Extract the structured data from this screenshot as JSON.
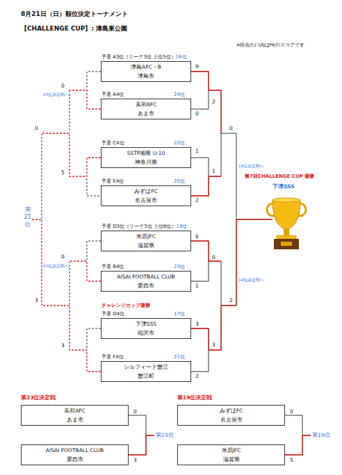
{
  "diagram": {
    "title": "8月21日（日）順位決定トーナメント",
    "nodes": [
      {
        "text": [
          "予選 A3位（リーグ3位 上位5位）",
          "16位",
          "津島AFC・B",
          "津島市"
        ]
      },
      {
        "text": [
          "予選 A4位",
          "24位",
          "美和AFC",
          "あま市"
        ]
      },
      {
        "text": [
          "予選 C4位",
          "22位",
          "SSTP湘南 U-10",
          "神奈川県"
        ]
      },
      {
        "text": [
          "予選 E4位",
          "20位",
          "みずほFC",
          "名古屋市"
        ]
      },
      {
        "text": [
          "予選 D3位（リーグ3位 上位6位）",
          "19位",
          "米原JFC",
          "滋賀県"
        ]
      },
      {
        "text": [
          "予選 B4位",
          "23位",
          "AISAI FOOTBALL CLUB",
          "愛西市"
        ]
      },
      {
        "text": [
          "チャレンジカップ優勝",
          "予選 D4位",
          "17位",
          "下津SSS",
          "稲沢市"
        ]
      },
      {
        "text": [
          "予選 F4位",
          "21位",
          "シルフィード蟹江",
          "蟹江町"
        ]
      },
      {
        "text": [
          "美和AFC",
          "あま市"
        ]
      },
      {
        "text": [
          "みずほFC",
          "名古屋市"
        ]
      },
      {
        "text": [
          "AISAI FOOTBALL CLUB",
          "愛西市"
        ]
      },
      {
        "text": [
          "米原JFC",
          "滋賀県"
        ]
      }
    ],
    "edges": [
      {
        "from": 0,
        "to": 1,
        "arrow": "none"
      },
      {
        "from": 2,
        "to": 3,
        "arrow": "none"
      },
      {
        "from": 4,
        "to": 5,
        "arrow": "none"
      },
      {
        "from": 6,
        "to": 7,
        "arrow": "none"
      },
      {
        "from": 0,
        "to": 1,
        "arrow": "none"
      },
      {
        "from": 2,
        "to": 3,
        "arrow": "none"
      },
      {
        "from": 4,
        "to": 5,
        "arrow": "none"
      },
      {
        "from": 6,
        "to": 7,
        "arrow": "none"
      },
      {
        "from": 8,
        "to": 10,
        "arrow": "none"
      },
      {
        "from": 9,
        "to": 11,
        "arrow": "none"
      }
    ],
    "labels": [
      "【CHALLENGE CUP】: 津島東公園",
      "※得点の( )内はPKのスコアです",
      "9",
      "0",
      "1",
      "2",
      "6",
      "1",
      "3",
      "2",
      "2",
      "1",
      "0",
      "3",
      "0",
      "2",
      "19位決定戦へ",
      "19位決定戦へ",
      "第7回CHALLENGE CUP 優勝",
      "下津SSS",
      "0",
      "23位決定戦へ",
      "0",
      "5",
      "第21位",
      "0",
      "23位決定戦へ",
      "3",
      "3",
      "第23位決定戦",
      "0",
      "3",
      "第23位",
      "第19位決定戦",
      "0",
      "5",
      "第19位"
    ]
  }
}
